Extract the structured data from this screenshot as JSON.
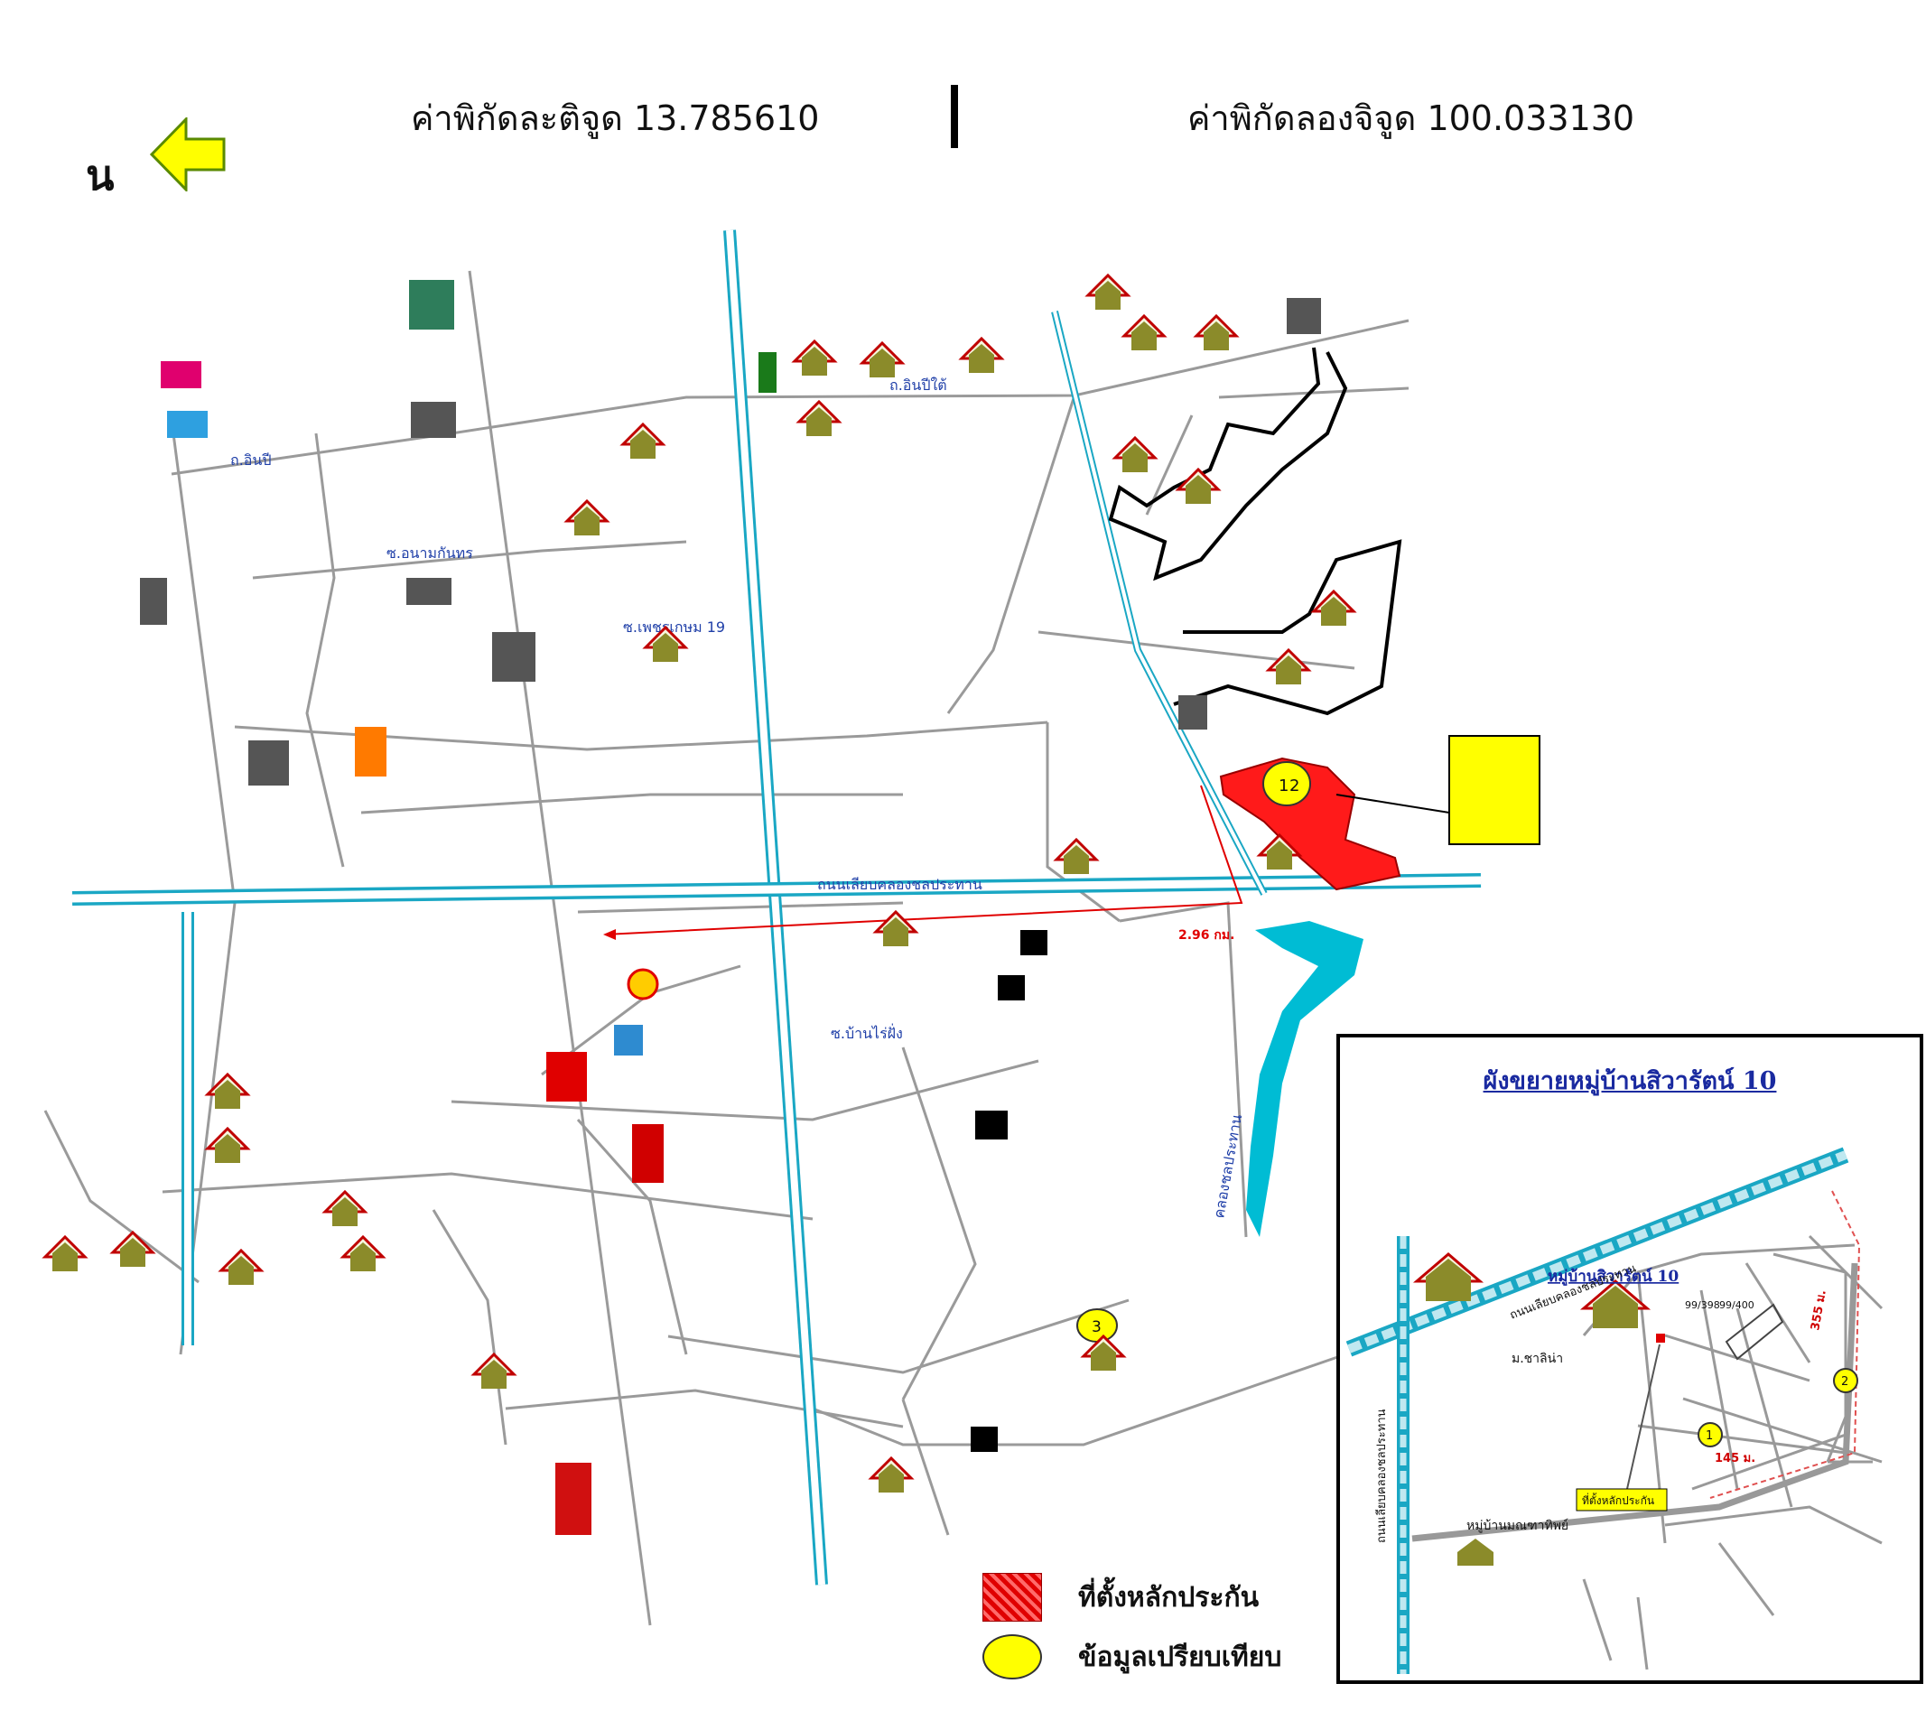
{
  "header": {
    "latitude_label": "ค่าพิกัดละติจูด 13.785610",
    "longitude_label": "ค่าพิกัดลองจิจูด 100.033130"
  },
  "compass": {
    "north_letter": "น",
    "arrow_icon": "north-arrow-icon",
    "arrow_color": "#ffff00"
  },
  "map": {
    "road_labels": [
      "ถ.อินปีใต้",
      "ถ.อินปี",
      "ซ.อนามกันทร",
      "ซ.เพชรเกษม 19",
      "ถนนเลียบคลองชลประทาน",
      "ซ.บ้านไร่ฝั่ง",
      "คลองชลประทาน"
    ],
    "distance_label": "2.96 กม."
  },
  "legend": {
    "collateral_label": "ที่ตั้งหลักประกัน",
    "comparison_label": "ข้อมูลเปรียบเทียบ",
    "collateral_color": "#e00000",
    "comparison_color": "#ffff00"
  },
  "inset": {
    "title": "ผังขยายหมู่บ้านสิวารัตน์ 10",
    "village_label": "หมู่บ้านสิวารัตน์ 10",
    "plot_a": "99/398",
    "plot_b": "99/400",
    "road_label": "ถนนเลียบคลองชลประทาน",
    "road_label_2": "ถนนเลียบคลองชลประทาน",
    "nearby_village": "ม.ชาลิน่า",
    "nearby_village_2": "หมู่บ้านมณฑาทิพย์",
    "collateral_tag": "ที่ตั้งหลักประกัน",
    "dist_1": "145 ม.",
    "dist_2": "355 ม.",
    "marker_1": "1",
    "marker_2": "2"
  },
  "markers": [
    "1",
    "2",
    "3"
  ]
}
